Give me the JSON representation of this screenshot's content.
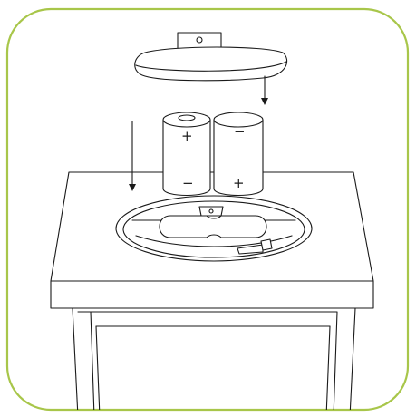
{
  "figure": {
    "type": "battery-installation-illustration",
    "frame_color": "#a8c64a",
    "line_color": "#1a1a1a",
    "background": "#ffffff"
  },
  "batteries": [
    {
      "top_symbol": "+",
      "bottom_symbol": "−"
    },
    {
      "top_symbol": "−",
      "bottom_symbol": "+"
    }
  ],
  "arrows": [
    {
      "name": "insert-batteries-arrow",
      "direction": "down"
    },
    {
      "name": "attach-cover-arrow",
      "direction": "down"
    }
  ]
}
